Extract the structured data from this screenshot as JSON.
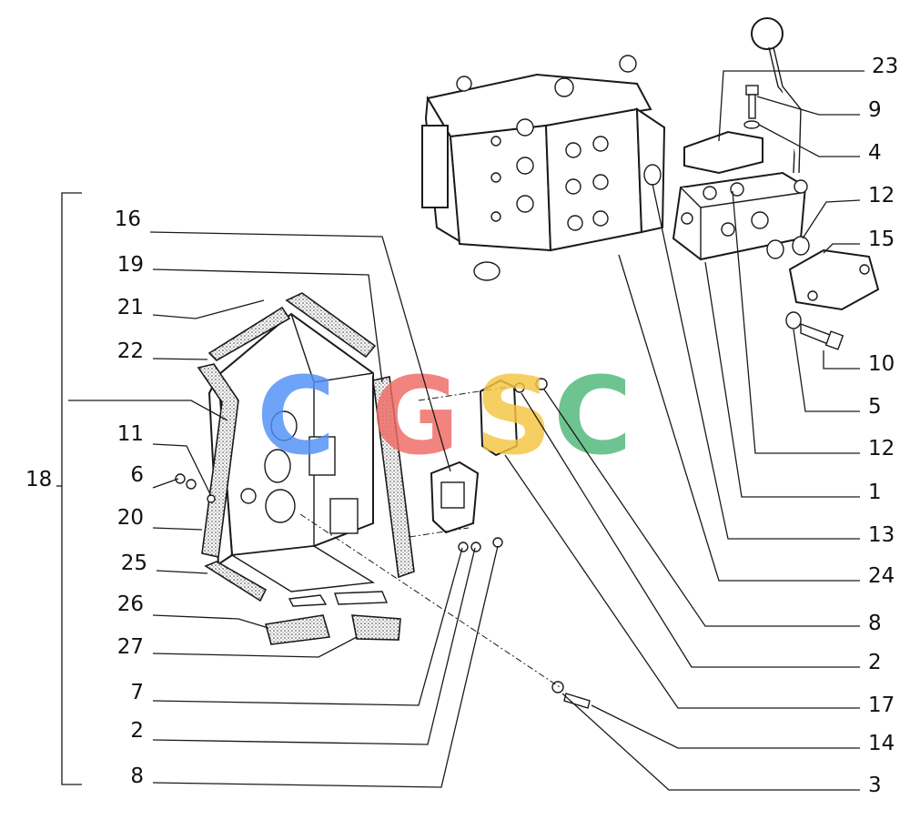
{
  "watermark": {
    "letters": [
      {
        "char": "C",
        "color": "#4f8ff7"
      },
      {
        "char": "G",
        "color": "#f06a63"
      },
      {
        "char": "S",
        "color": "#f5c542"
      },
      {
        "char": "C",
        "color": "#4fb87a"
      }
    ]
  },
  "group_label": "18",
  "callouts_left": [
    "16",
    "19",
    "21",
    "22",
    "11",
    "6",
    "20",
    "25",
    "26",
    "27",
    "7",
    "2",
    "8"
  ],
  "callouts_right": [
    "23",
    "9",
    "4",
    "12",
    "15",
    "10",
    "5",
    "12",
    "1",
    "13",
    "24",
    "8",
    "2",
    "17",
    "14",
    "3"
  ]
}
